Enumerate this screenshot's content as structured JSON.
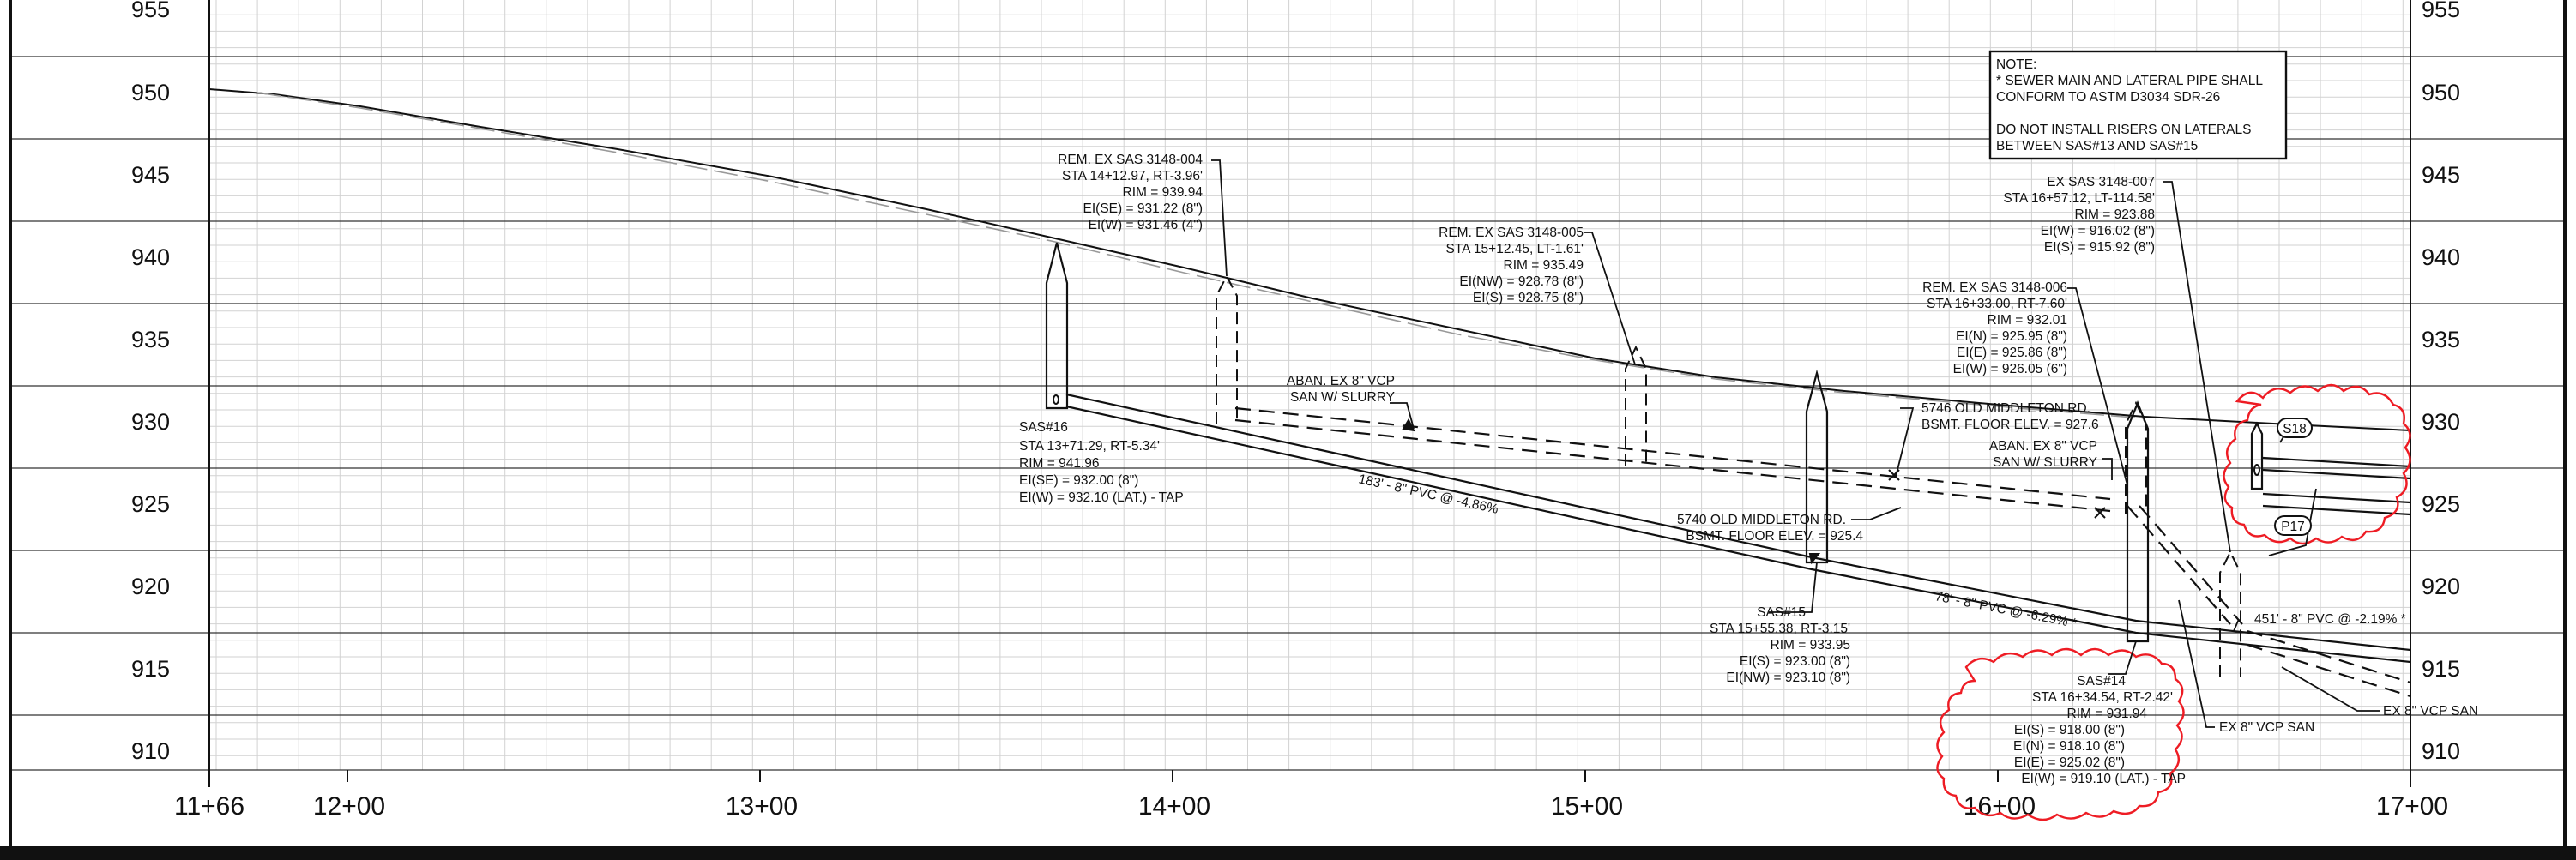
{
  "sheet": {
    "elevations": [
      "955",
      "950",
      "945",
      "940",
      "935",
      "930",
      "925",
      "920",
      "915",
      "910"
    ],
    "stations": [
      "11+66",
      "12+00",
      "13+00",
      "14+00",
      "15+00",
      "16+00",
      "17+00"
    ]
  },
  "note": {
    "title": "NOTE:",
    "line1": "* SEWER MAIN AND LATERAL PIPE SHALL",
    "line2": "CONFORM TO ASTM D3034 SDR-26",
    "line3": "DO NOT INSTALL RISERS ON LATERALS",
    "line4": "BETWEEN SAS#13 AND SAS#15"
  },
  "manholes": {
    "sas16": {
      "name": "SAS#16",
      "sta": "STA 13+71.29, RT-5.34'",
      "rim": "RIM = 941.96",
      "ie1": "EI(SE) = 932.00 (8\")",
      "ie2": "EI(W) = 932.10 (LAT.) - TAP"
    },
    "rem004": {
      "name": "REM. EX SAS 3148-004",
      "sta": "STA 14+12.97, RT-3.96'",
      "rim": "RIM = 939.94",
      "ie1": "EI(SE) = 931.22 (8\")",
      "ie2": "EI(W) = 931.46 (4\")"
    },
    "rem005": {
      "name": "REM. EX SAS 3148-005",
      "sta": "STA 15+12.45, LT-1.61'",
      "rim": "RIM = 935.49",
      "ie1": "EI(NW) = 928.78 (8\")",
      "ie2": "EI(S) = 928.75 (8\")"
    },
    "sas15": {
      "name": "SAS#15",
      "sta": "STA 15+55.38, RT-3.15'",
      "rim": "RIM = 933.95",
      "ie1": "EI(S) = 923.00 (8\")",
      "ie2": "EI(NW) = 923.10 (8\")"
    },
    "rem006": {
      "name": "REM. EX SAS 3148-006",
      "sta": "STA 16+33.00, RT-7.60'",
      "rim": "RIM = 932.01",
      "ie1": "EI(N) = 925.95 (8\")",
      "ie2": "EI(E) = 925.86 (8\")",
      "ie3": "EI(W) = 926.05 (6\")"
    },
    "ex007": {
      "name": "EX SAS 3148-007",
      "sta": "STA 16+57.12, LT-114.58'",
      "rim": "RIM = 923.88",
      "ie1": "EI(W) = 916.02 (8\")",
      "ie2": "EI(S) = 915.92 (8\")"
    },
    "sas14": {
      "name": "SAS#14",
      "sta": "STA 16+34.54, RT-2.42'",
      "rim": "RIM = 931.94",
      "ie1": "EI(S) = 918.00 (8\")",
      "ie2": "EI(N) = 918.10 (8\")",
      "ie3": "EI(E) = 925.02 (8\")",
      "ie4": "EI(W) = 919.10 (LAT.) - TAP"
    }
  },
  "pipes": {
    "aban1_a": "ABAN. EX 8\" VCP",
    "aban1_b": "SAN W/ SLURRY",
    "aban2_a": "ABAN. EX 8\" VCP",
    "aban2_b": "SAN W/ SLURRY",
    "pvc183": "183' - 8\" PVC @ -4.86%",
    "pvc78": "78' - 8\" PVC @ -6.29% *",
    "pvc451": "451' - 8\" PVC @ -2.19% *",
    "ex_vcp1": "EX 8\" VCP SAN",
    "ex_vcp2": "EX 8\" VCP SAN"
  },
  "buildings": {
    "b5746_a": "5746 OLD MIDDLETON RD.",
    "b5746_b": "BSMT. FLOOR ELEV. = 927.6",
    "b5740_a": "5740 OLD MIDDLETON RD.",
    "b5740_b": "BSMT. FLOOR ELEV. = 925.4"
  },
  "tags": {
    "s18": "S18",
    "p17": "P17"
  }
}
